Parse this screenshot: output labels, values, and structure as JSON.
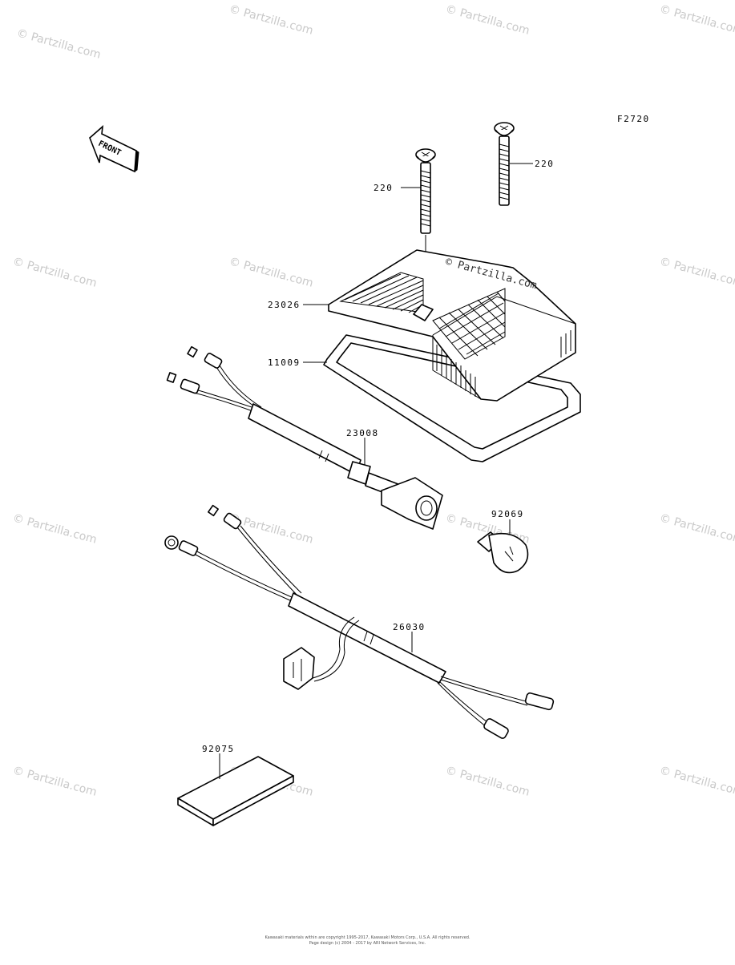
{
  "diagram_code": "F2720",
  "front_label": "FRONT",
  "watermark": "© Partzilla.com",
  "parts": {
    "screw_upper": "220",
    "screw_lower": "220",
    "lens": "23026",
    "gasket": "11009",
    "socket": "23008",
    "bulb": "92069",
    "harness": "26030",
    "pad": "92075"
  },
  "copyright": {
    "line1": "Kawasaki materials within are copyright 1995-2017, Kawasaki Motors Corp., U.S.A. All rights reserved.",
    "line2": "Page design (c) 2004 - 2017 by ARI Network Services, Inc."
  }
}
